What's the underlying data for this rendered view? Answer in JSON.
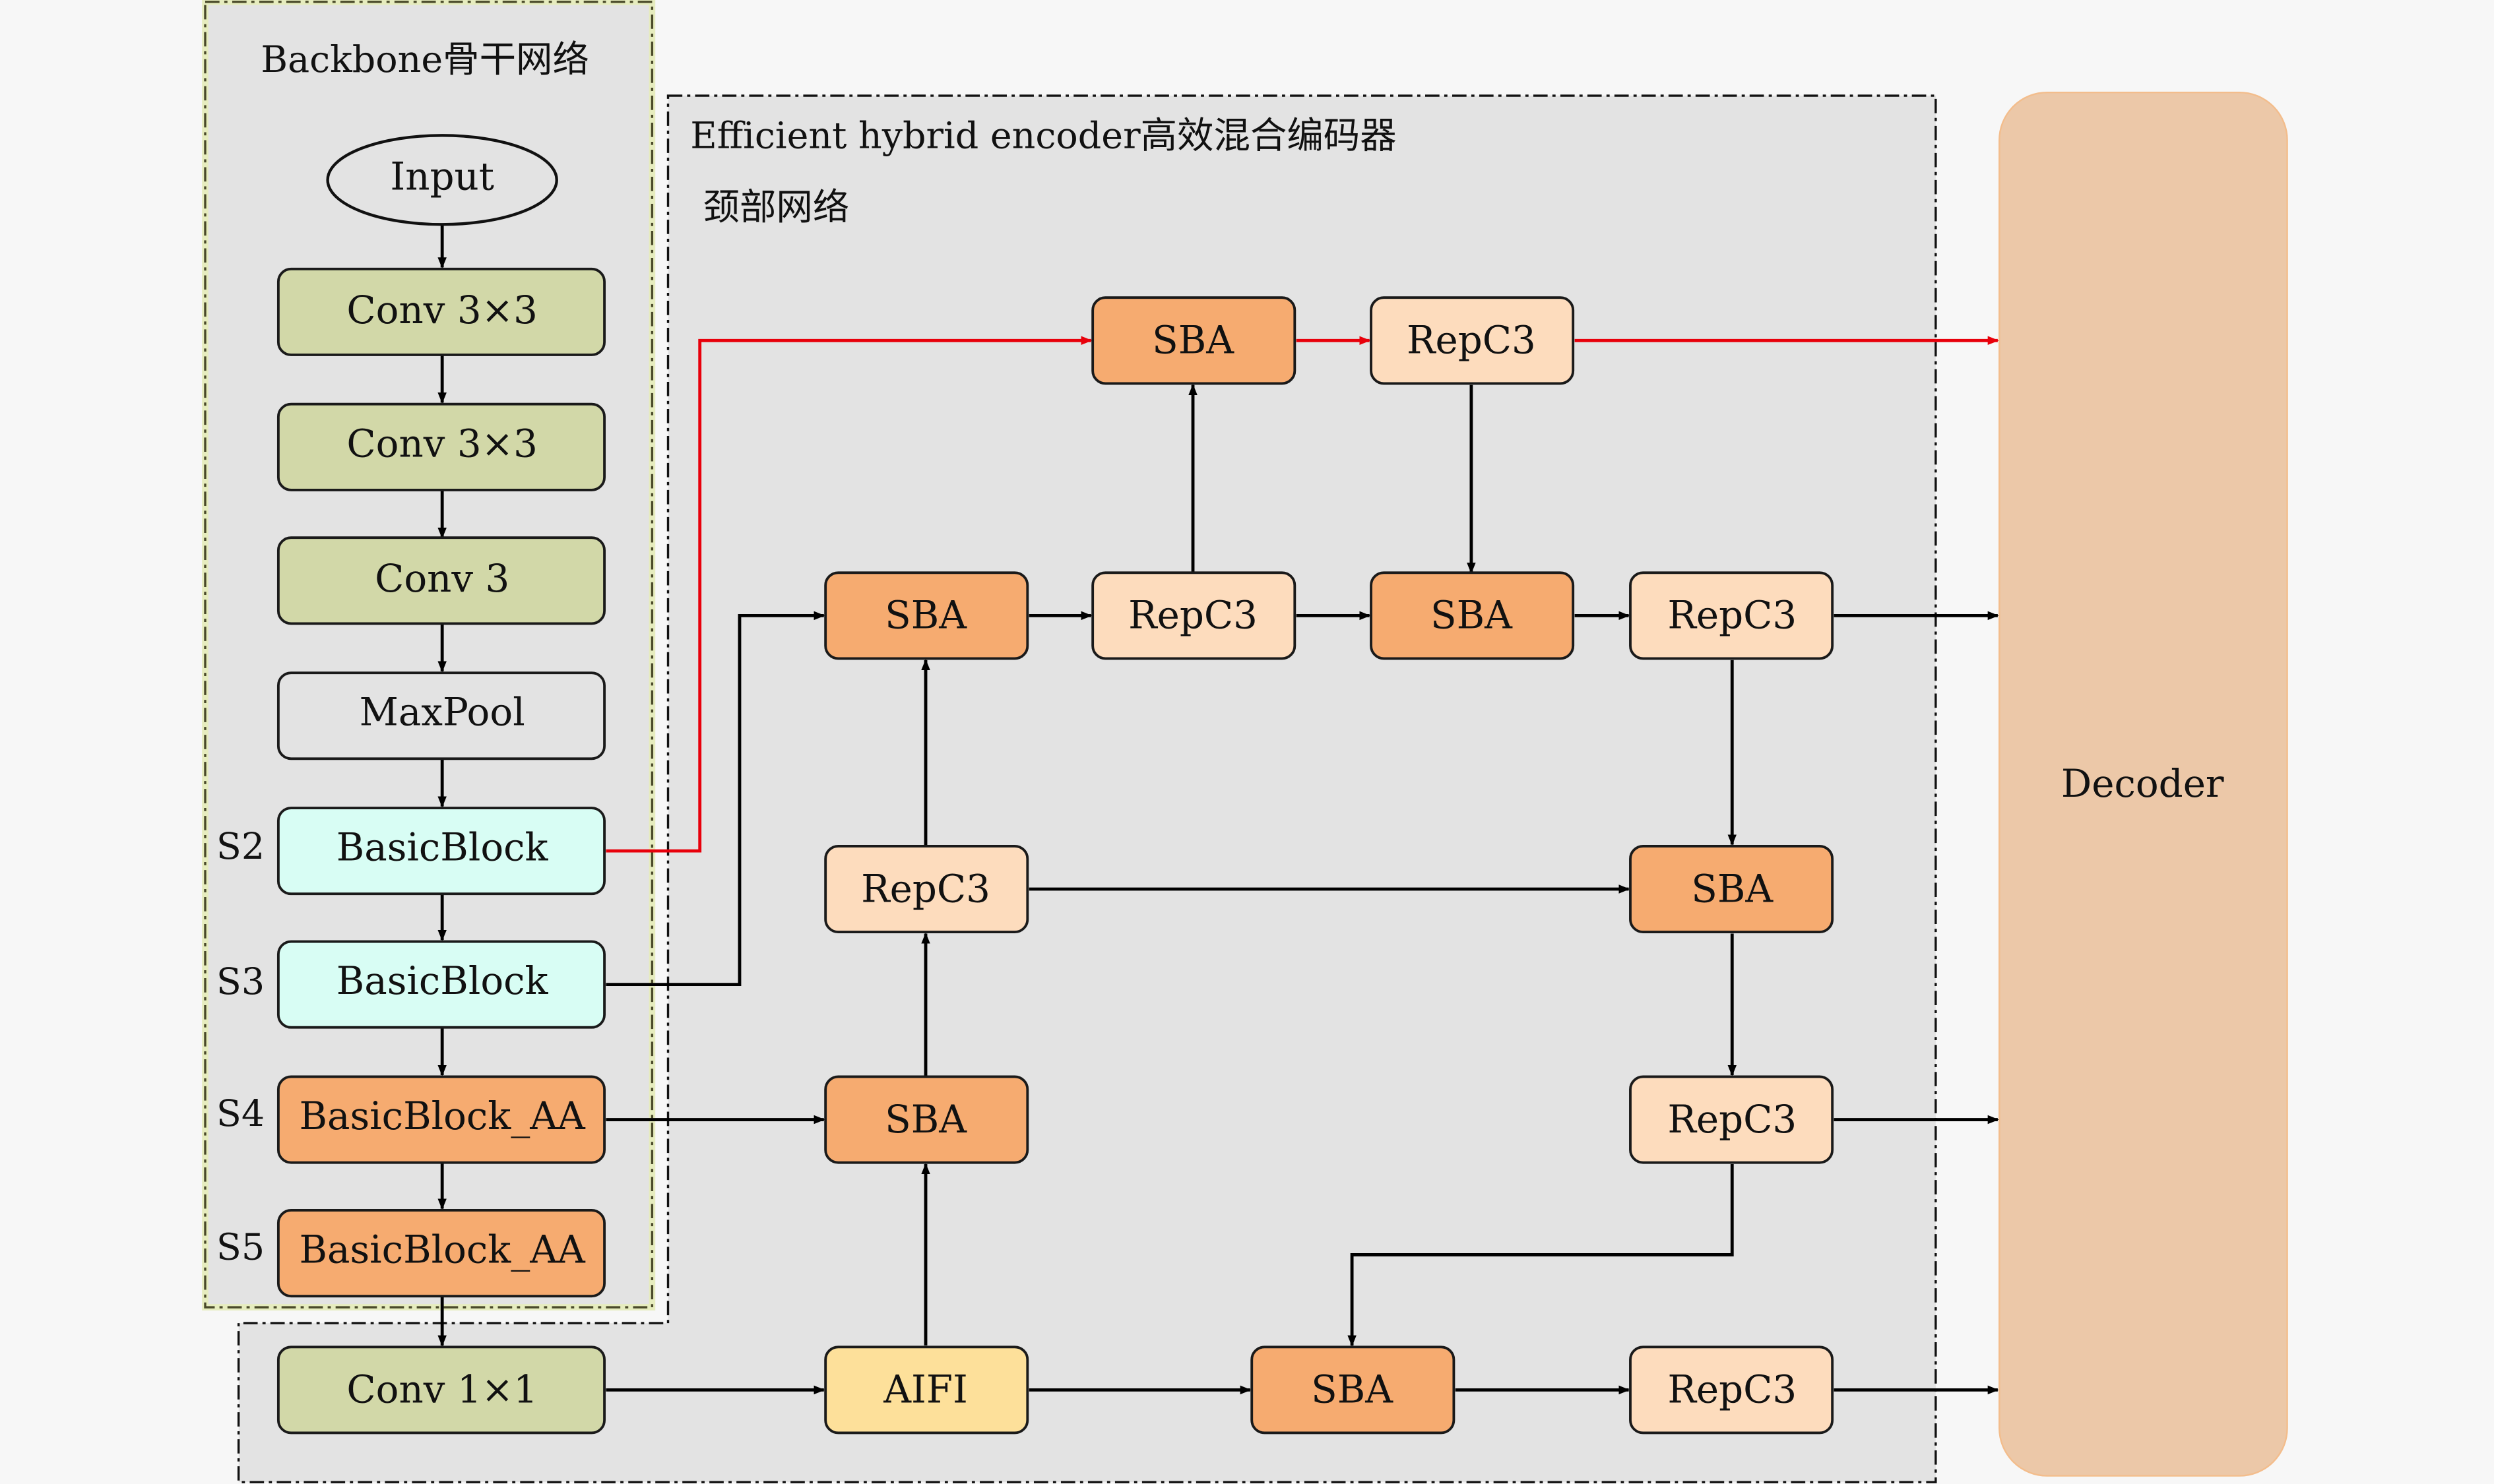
{
  "backbone": {
    "title": "Backbone骨干网络",
    "input_label": "Input",
    "blocks": [
      {
        "label": "Conv 3×3",
        "stage": ""
      },
      {
        "label": "Conv 3×3",
        "stage": ""
      },
      {
        "label": "Conv 3",
        "stage": ""
      },
      {
        "label": "MaxPool",
        "stage": ""
      },
      {
        "label": "BasicBlock",
        "stage": "S2"
      },
      {
        "label": "BasicBlock",
        "stage": "S3"
      },
      {
        "label": "BasicBlock_AA",
        "stage": "S4"
      },
      {
        "label": "BasicBlock_AA",
        "stage": "S5"
      }
    ]
  },
  "encoder": {
    "title": "Efficient hybrid encoder高效混合编码器",
    "subtitle": "颈部网络",
    "conv1x1_label": "Conv 1×1",
    "aifi_label": "AIFI",
    "sba_label": "SBA",
    "repc3_label": "RepC3"
  },
  "decoder": {
    "label": "Decoder"
  },
  "colors": {
    "background": "#f7f7f7",
    "panel": "#e3e3e3",
    "conv": "#d2d8a8",
    "maxpool": "#e3e3e3",
    "basicblock": "#d8fdf4",
    "basicblock_aa": "#f6ab70",
    "sba": "#f6ab70",
    "repc3": "#fddcbd",
    "aifi": "#fde09a",
    "decoder": "#ecc8a8",
    "highlight_path": "#e8000b",
    "backbone_border": "#5a5a2a"
  }
}
